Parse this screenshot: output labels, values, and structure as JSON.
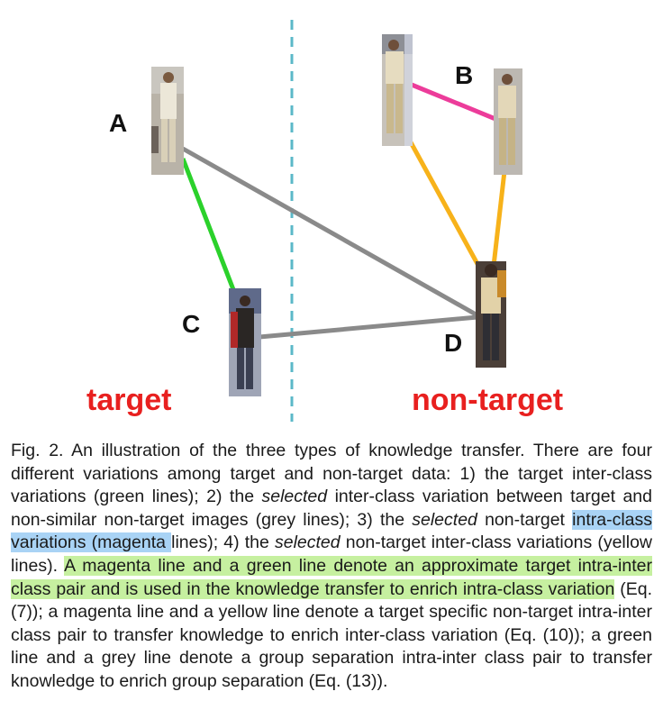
{
  "figure": {
    "labels": {
      "a": "A",
      "b": "B",
      "c": "C",
      "d": "D"
    },
    "groups": {
      "target": "target",
      "non_target": "non-target"
    },
    "colors": {
      "inter_target": "#2bd12b",
      "inter_group": "#8a8a8a",
      "intra_non_target": "#ec3c9a",
      "inter_non_target": "#f7b21a",
      "divider": "#5bb8c8",
      "group_label": "#e8201f"
    },
    "images": [
      {
        "id": "A",
        "description_icon": "person-photo"
      },
      {
        "id": "B1",
        "description_icon": "person-photo"
      },
      {
        "id": "B2",
        "description_icon": "person-photo"
      },
      {
        "id": "C",
        "description_icon": "person-photo"
      },
      {
        "id": "D",
        "description_icon": "person-photo"
      }
    ]
  },
  "caption": {
    "p1": "Fig. 2. An illustration of the three types of knowledge transfer. There are four different variations among target and non-target data: 1) the target inter-class variations (green lines); 2) the ",
    "em1": "selected",
    "p2": " inter-class variation between target and non-similar non-target images (grey lines); 3) the ",
    "em2": "selected",
    "p3": " non-target ",
    "hl_blue": "intra-class variations (magenta ",
    "p4": "lines); 4) the ",
    "em3": "selected",
    "p5": " non-target inter-class variations (yellow lines). ",
    "hl_green": "A magenta line and a green line denote an approximate target intra-inter class pair and is used in the knowledge transfer to enrich intra-class variation",
    "p6": " (Eq. (7)); a magenta line and a yellow line denote a target specific non-target intra-inter class pair to transfer knowledge to enrich inter-class variation (Eq. (10)); a green line and a grey line denote a group separation intra-inter class pair to transfer knowledge to enrich group separation (Eq. (13))."
  }
}
